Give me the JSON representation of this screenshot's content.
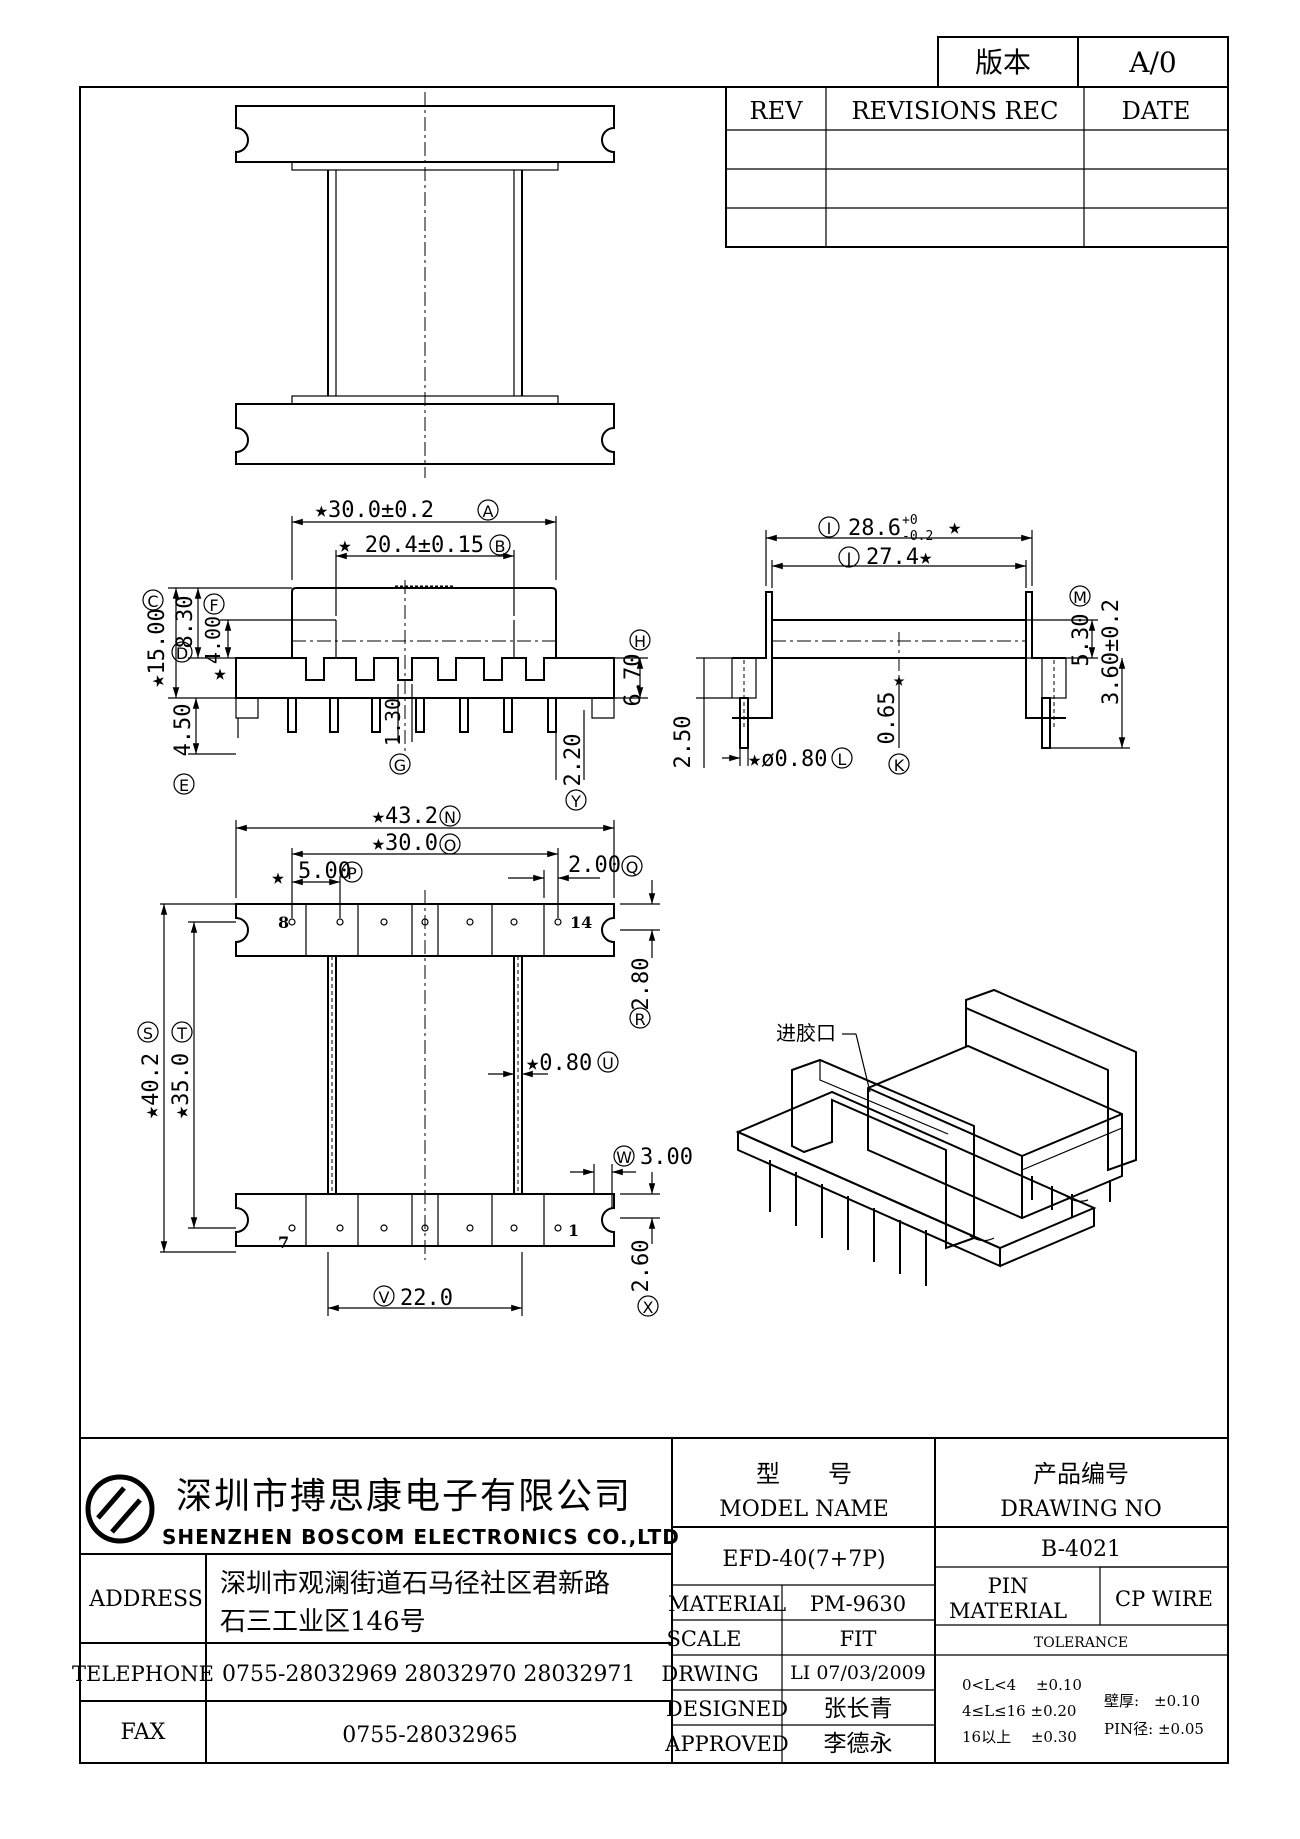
{
  "header": {
    "version_label": "版本",
    "version_value": "A/0",
    "revision_table": {
      "columns": [
        "REV",
        "REVISIONS REC",
        "DATE"
      ],
      "rows": [
        [
          "",
          "",
          ""
        ],
        [
          "",
          "",
          ""
        ],
        [
          "",
          "",
          ""
        ]
      ]
    }
  },
  "drawing": {
    "front_view": {
      "dims": {
        "A": "★30.0±0.2",
        "B": "★ 20.4±0.15",
        "C": "★15.00",
        "D": "8.30",
        "F": "4.00",
        "star": "★",
        "H": "6.70",
        "E": "4.50",
        "G": "1.30",
        "Y": "2.20"
      },
      "letters": {
        "A": "A",
        "B": "B",
        "C": "C",
        "D": "D",
        "F": "F",
        "H": "H",
        "E": "E",
        "G": "G",
        "Y": "Y"
      }
    },
    "side_view": {
      "dims": {
        "I_pre": "28.6",
        "I_tol_up": "+0",
        "I_tol_dn": "-0.2",
        "I_star": "★",
        "J": "27.4★",
        "M": "5.30",
        "M2": "3.60±0.2",
        "K": "0.65",
        "L": "★ø0.80",
        "left": "2.50",
        "star": "★"
      },
      "letters": {
        "I": "I",
        "J": "J",
        "M": "M",
        "K": "K",
        "L": "L"
      }
    },
    "bottom_view": {
      "dims": {
        "N": "★43.2",
        "O": "★30.0",
        "P": "5.00",
        "P_star": "★",
        "Q": "2.00",
        "R": "2.80",
        "S": "★40.2",
        "T": "★35.0",
        "U": "★0.80",
        "W": "3.00",
        "V": "22.0",
        "X": "2.60"
      },
      "pin_labels": {
        "p8": "8",
        "p14": "14",
        "p7": "7",
        "p1": "1"
      },
      "letters": {
        "N": "N",
        "O": "O",
        "P": "P",
        "Q": "Q",
        "R": "R",
        "S": "S",
        "T": "T",
        "U": "U",
        "W": "W",
        "V": "V",
        "X": "X"
      }
    },
    "iso_view": {
      "gate_label": "进胶口"
    }
  },
  "title_block": {
    "company_cn": "深圳市搏思康电子有限公司",
    "company_en": "SHENZHEN BOSCOM ELECTRONICS CO.,LTD",
    "address_label": "ADDRESS",
    "address_line1": "深圳市观澜街道石马径社区君新路",
    "address_line2": "石三工业区146号",
    "telephone_label": "TELEPHONE",
    "telephone_value": "0755-28032969 28032970 28032971",
    "fax_label": "FAX",
    "fax_value": "0755-28032965",
    "model_label_cn": "型　　号",
    "model_label_en": "MODEL NAME",
    "model_value": "EFD-40(7+7P)",
    "drawing_no_label_cn": "产品编号",
    "drawing_no_label_en": "DRAWING NO",
    "drawing_no_value": "B-4021",
    "material_label": "MATERIAL",
    "material_value": "PM-9630",
    "scale_label": "SCALE",
    "scale_value": "FIT",
    "drwing_label": "DRWING",
    "drwing_value": "LI  07/03/2009",
    "designed_label": "DESIGNED",
    "designed_value": "张长青",
    "approved_label": "APPROVED",
    "approved_value": "李德永",
    "pin_material_label1": "PIN",
    "pin_material_label2": "MATERIAL",
    "pin_material_value": "CP WIRE",
    "tolerance_label": "TOLERANCE",
    "tolerance_rows": [
      "0<L<4　 ±0.10",
      "4≤L≤16  ±0.20",
      "16以上　 ±0.30"
    ],
    "wall_label": "壁厚:　±0.10",
    "pin_dia_label": "PIN径: ±0.05"
  }
}
